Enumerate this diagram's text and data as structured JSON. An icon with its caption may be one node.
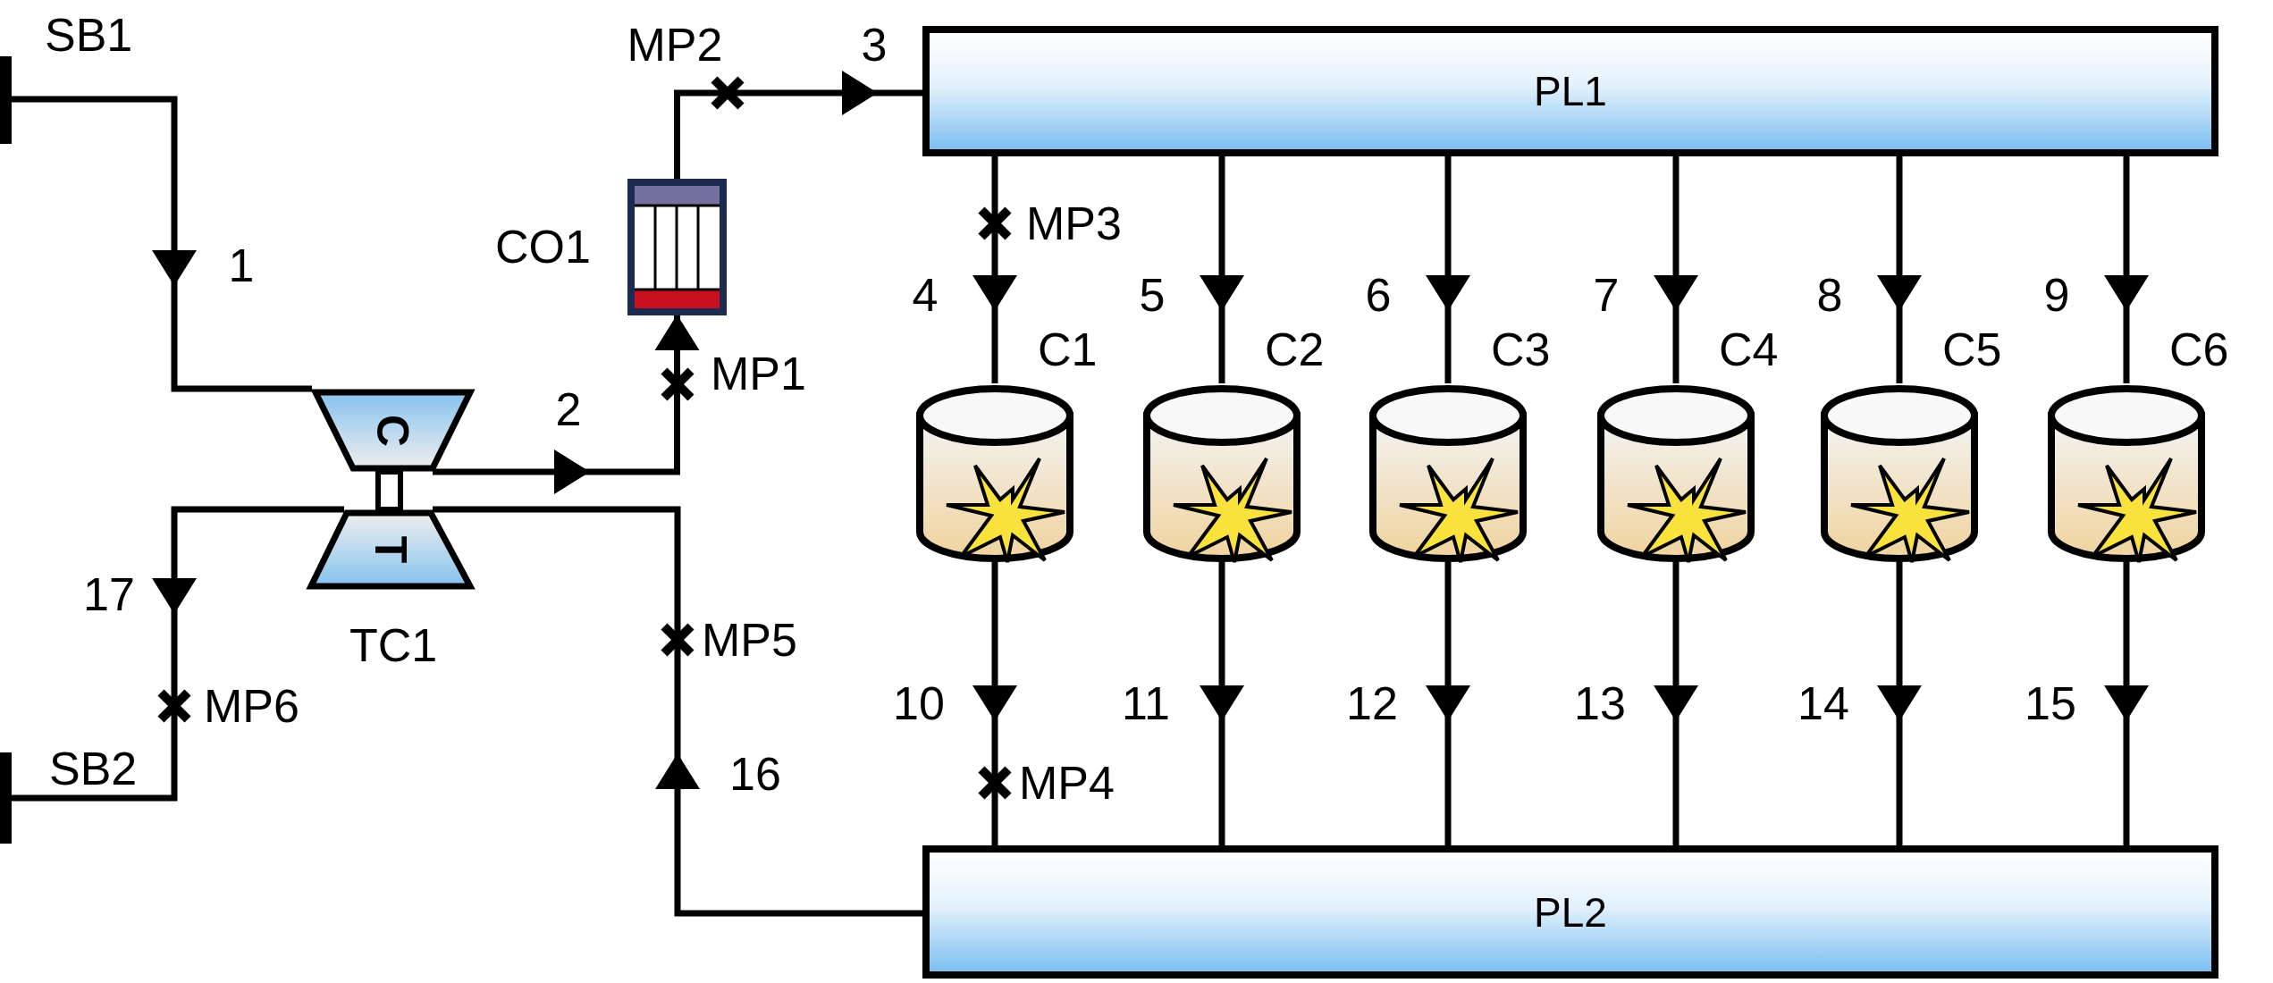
{
  "diagram": {
    "nodes": [
      {
        "text": [
          "SB1"
        ]
      },
      {
        "text": [
          "SB2"
        ]
      },
      {
        "text": [
          "C"
        ]
      },
      {
        "text": [
          "T"
        ]
      },
      {
        "text": [
          "CO1"
        ]
      },
      {
        "text": [
          "PL1"
        ]
      },
      {
        "text": [
          "PL2"
        ]
      },
      {
        "text": [
          "C1"
        ]
      },
      {
        "text": [
          "C2"
        ]
      },
      {
        "text": [
          "C3"
        ]
      },
      {
        "text": [
          "C4"
        ]
      },
      {
        "text": [
          "C5"
        ]
      },
      {
        "text": [
          "C6"
        ]
      }
    ],
    "edges": [
      {
        "from": 0,
        "to": 2,
        "arrow": "to",
        "label": "1"
      },
      {
        "from": 2,
        "to": 4,
        "arrow": "to",
        "label": "2"
      },
      {
        "from": 4,
        "to": 5,
        "arrow": "to",
        "label": "3"
      },
      {
        "from": 5,
        "to": 7,
        "arrow": "to",
        "label": "4"
      },
      {
        "from": 5,
        "to": 8,
        "arrow": "to",
        "label": "5"
      },
      {
        "from": 5,
        "to": 9,
        "arrow": "to",
        "label": "6"
      },
      {
        "from": 5,
        "to": 10,
        "arrow": "to",
        "label": "7"
      },
      {
        "from": 5,
        "to": 11,
        "arrow": "to",
        "label": "8"
      },
      {
        "from": 5,
        "to": 12,
        "arrow": "to",
        "label": "9"
      },
      {
        "from": 7,
        "to": 6,
        "arrow": "to",
        "label": "10"
      },
      {
        "from": 8,
        "to": 6,
        "arrow": "to",
        "label": "11"
      },
      {
        "from": 9,
        "to": 6,
        "arrow": "to",
        "label": "12"
      },
      {
        "from": 10,
        "to": 6,
        "arrow": "to",
        "label": "13"
      },
      {
        "from": 11,
        "to": 6,
        "arrow": "to",
        "label": "14"
      },
      {
        "from": 12,
        "to": 6,
        "arrow": "to",
        "label": "15"
      },
      {
        "from": 6,
        "to": 3,
        "arrow": "to",
        "label": "16"
      },
      {
        "from": 3,
        "to": 1,
        "arrow": "to",
        "label": "17"
      }
    ],
    "labels": [
      "MP2",
      "MP3",
      "MP1",
      "TC1",
      "MP5",
      "MP6",
      "MP4"
    ]
  }
}
